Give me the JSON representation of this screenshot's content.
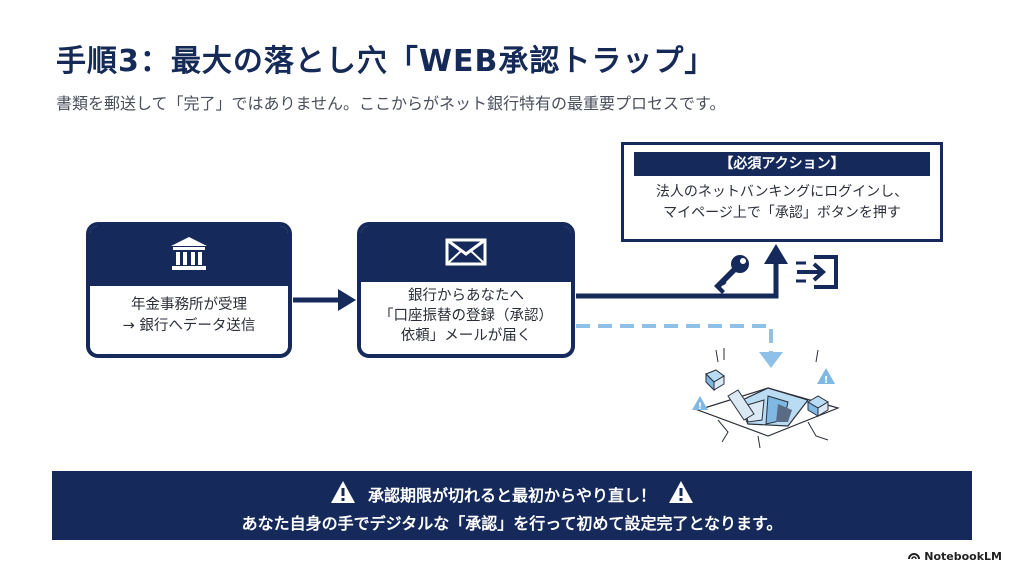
{
  "title": "手順3：最大の落とし穴「WEB承認トラップ」",
  "subtitle": "書類を郵送して「完了」ではありません。ここからがネット銀行特有の最重要プロセスです。",
  "step1": {
    "icon": "bank-icon",
    "line1": "年金事務所が受理",
    "line2": "→ 銀行へデータ送信"
  },
  "step2": {
    "icon": "envelope-icon",
    "line1": "銀行からあなたへ",
    "line2": "「口座振替の登録（承認）",
    "line3": "依頼」メールが届く"
  },
  "action": {
    "header": "【必須アクション】",
    "line1": "法人のネットバンキングにログインし、",
    "line2": "マイページ上で「承認」ボタンを押す",
    "icons": [
      "key-icon",
      "login-icon"
    ]
  },
  "failure_icon": "broken-ground-icon",
  "banner": {
    "line1": "承認期限が切れると最初からやり直し！",
    "line2": "あなた自身の手でデジタルな「承認」を行って初めて設定完了となります。",
    "icon": "warning-icon"
  },
  "brand": "NotebookLM",
  "colors": {
    "navy": "#15295a",
    "dashed_blue": "#8fc1e8",
    "text": "#2b2f3a"
  }
}
